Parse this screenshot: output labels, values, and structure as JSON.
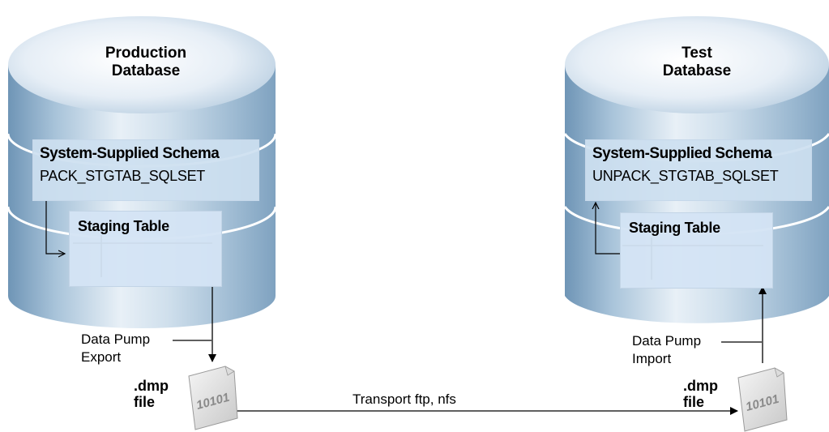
{
  "production": {
    "title_line1": "Production",
    "title_line2": "Database",
    "schema_title": "System-Supplied Schema",
    "schema_procedure": "PACK_STGTAB_SQLSET",
    "staging_title": "Staging Table",
    "pump_line1": "Data Pump",
    "pump_line2": "Export",
    "dmp_line1": ".dmp",
    "dmp_line2": "file",
    "file_glyph": "10101"
  },
  "test": {
    "title_line1": "Test",
    "title_line2": "Database",
    "schema_title": "System-Supplied Schema",
    "schema_procedure": "UNPACK_STGTAB_SQLSET",
    "staging_title": "Staging Table",
    "pump_line1": "Data Pump",
    "pump_line2": "Import",
    "dmp_line1": ".dmp",
    "dmp_line2": "file",
    "file_glyph": "10101"
  },
  "transport_label": "Transport ftp, nfs",
  "colors": {
    "cylinder_dark": "#7fa3c2",
    "cylinder_mid": "#c9dcec",
    "cylinder_light": "#f4f8fc",
    "box_fill": "#d4e4f4",
    "line": "#000000"
  }
}
